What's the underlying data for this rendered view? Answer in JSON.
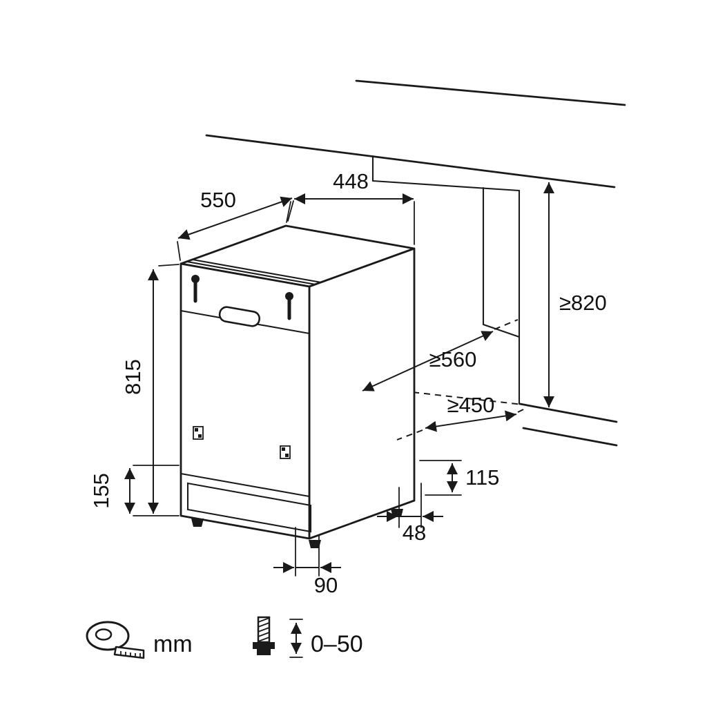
{
  "diagram": {
    "dimensions": {
      "depth": "550",
      "width": "448",
      "height": "815",
      "plinth_height": "155",
      "niche_height": "≥820",
      "niche_depth": "≥560",
      "niche_width": "≥450",
      "rear_foot_height": "115",
      "rear_foot_offset": "48",
      "front_foot_offset": "90"
    },
    "legend": {
      "unit_label": "mm",
      "foot_adjustment_range": "0–50"
    }
  }
}
